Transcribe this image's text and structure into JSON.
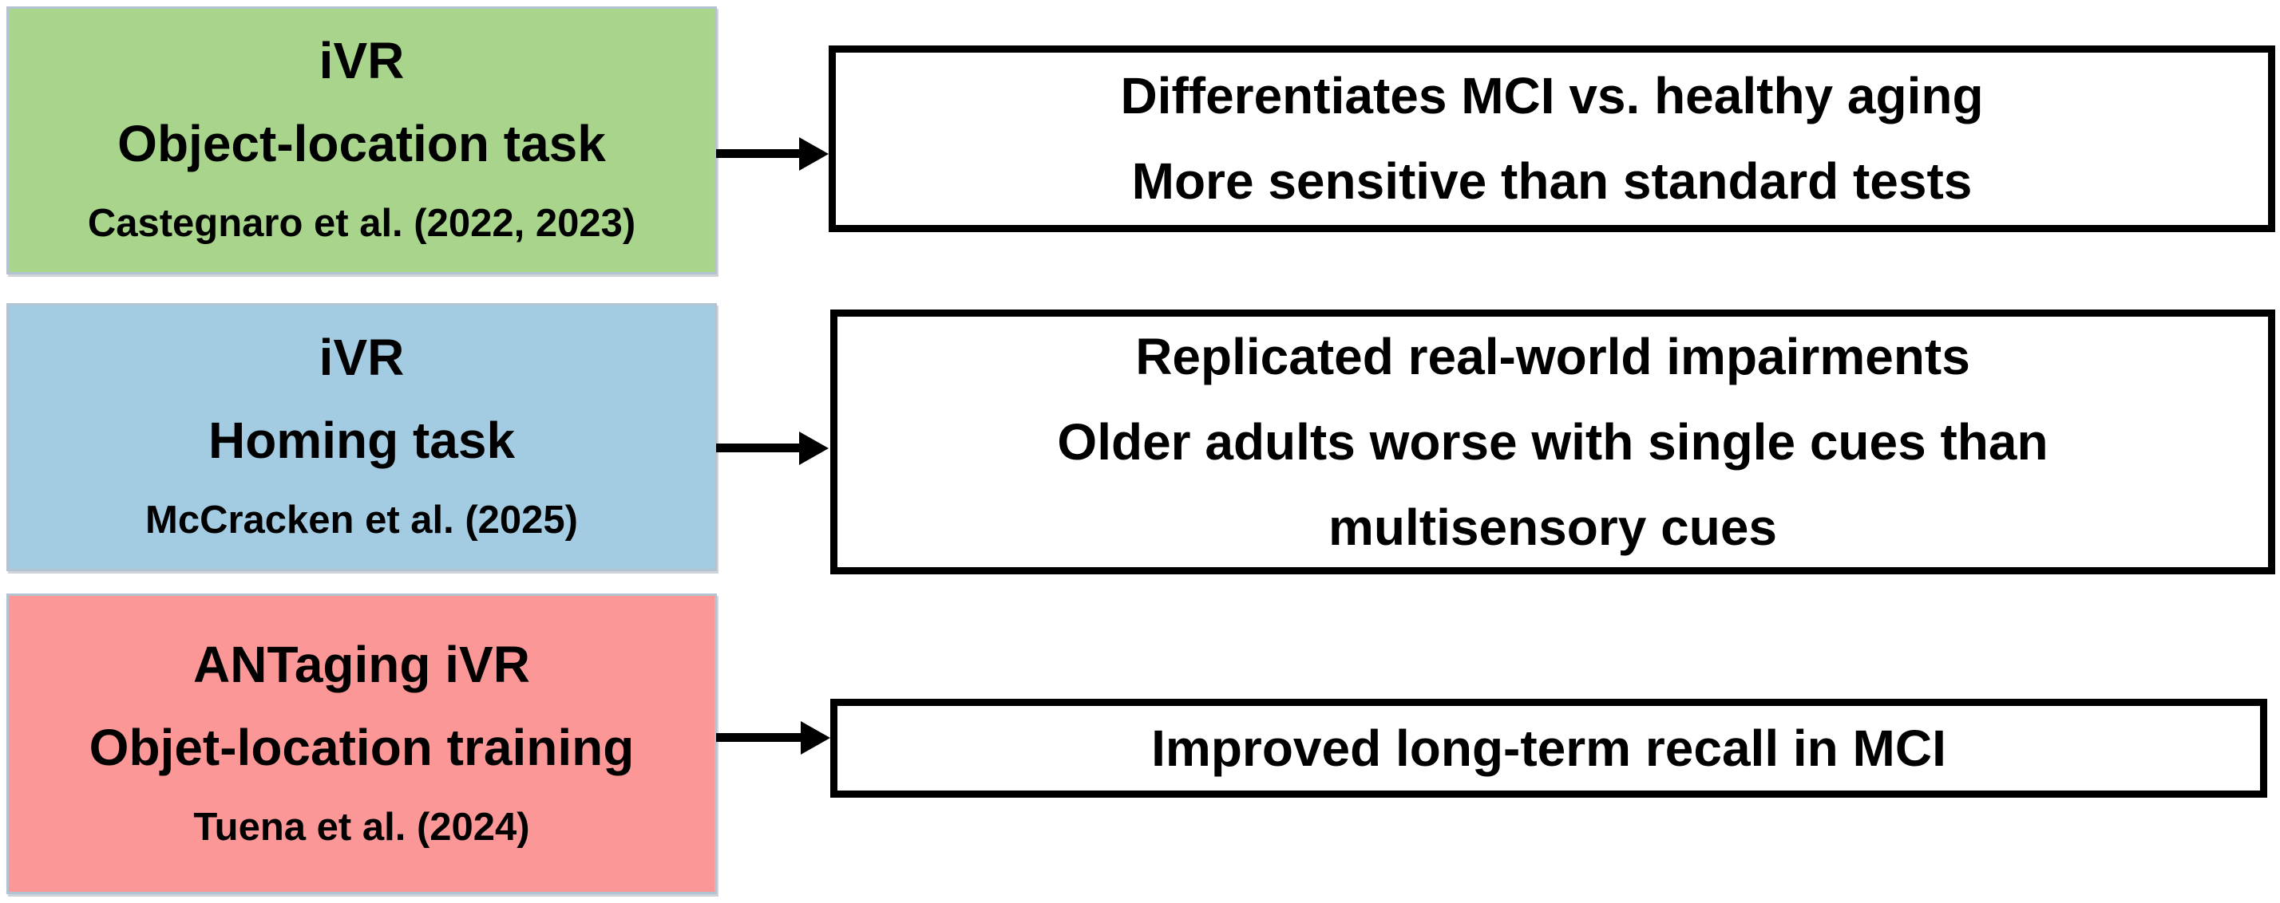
{
  "diagram": {
    "rows": [
      {
        "source": {
          "title_lines": [
            "iVR",
            "Object-location task"
          ],
          "citation": "Castegnaro et al. (2022, 2023)",
          "fill": "#a8d58b",
          "border": "#a9bfae"
        },
        "finding": {
          "lines": [
            "Differentiates MCI vs. healthy aging",
            "More sensitive than standard tests"
          ]
        }
      },
      {
        "source": {
          "title_lines": [
            "iVR",
            "Homing task"
          ],
          "citation": "McCracken et al. (2025)",
          "fill": "#a3cbe2",
          "border": "#8cb3cb"
        },
        "finding": {
          "lines": [
            "Replicated real-world impairments",
            "Older adults worse with single cues than",
            "multisensory cues"
          ]
        }
      },
      {
        "source": {
          "title_lines": [
            "ANTaging iVR",
            "Objet-location training"
          ],
          "citation": "Tuena et al. (2024)",
          "fill": "#fb9797",
          "border": "#d98f97"
        },
        "finding": {
          "lines": [
            "Improved long-term recall in MCI"
          ]
        }
      }
    ],
    "colors": {
      "arrow": "#000000",
      "finding_border": "#000000",
      "finding_fill": "#ffffff",
      "background": "#ffffff"
    }
  }
}
